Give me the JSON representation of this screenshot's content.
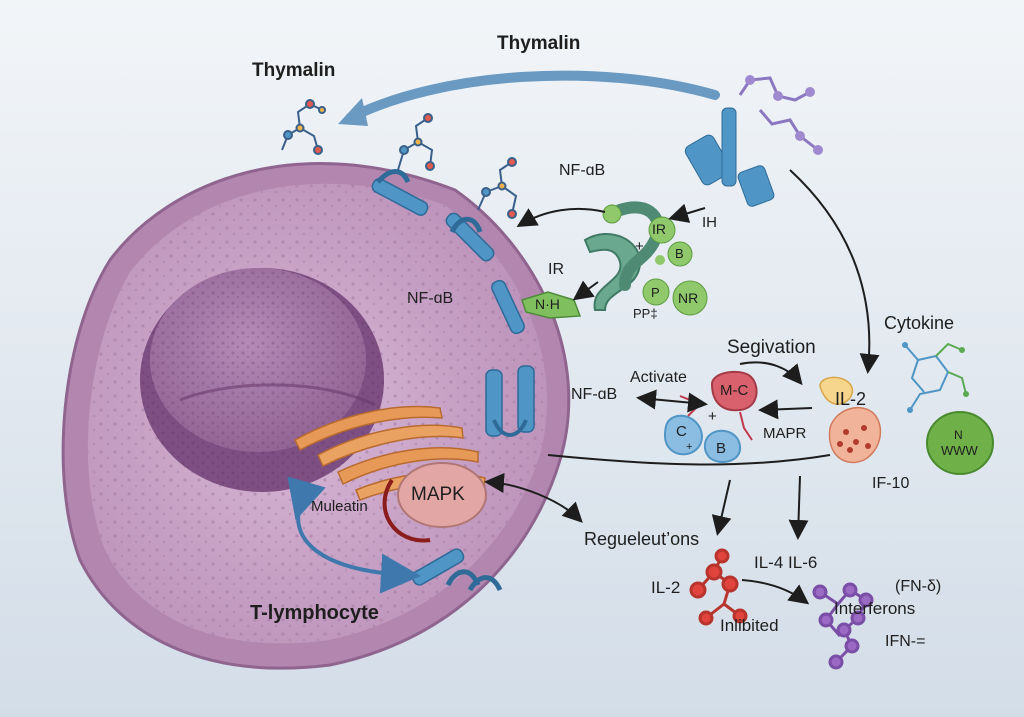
{
  "diagram": {
    "labels": {
      "thymalin_top": "Thymalin",
      "thymalin_left": "Thymalin",
      "nfkb_top": "NF-ɑB",
      "ih": "IH",
      "ir_mid": "IR",
      "ir_left": "IR",
      "b_circle": "B",
      "plus_receptor": "+",
      "nfkb_cell": "NF-ɑB",
      "nh_node": "N·H",
      "p_circle": "P",
      "nr": "NR",
      "pp": "PP‡",
      "cytokine": "Cytokine",
      "segivation": "Segivation",
      "activate": "Activate",
      "nfkb_right": "NF-ɑB",
      "mc": "M-C",
      "plus_complex": "+",
      "mapr": "MAPR",
      "c_node": "C",
      "c_plus": "+",
      "b_node": "B",
      "il2_right": "IL-2",
      "n_label": "N",
      "www": "WWW",
      "if10": "IF-10",
      "muleatin": "Muleatin",
      "mapk": "MAPK",
      "tlymphocyte": "T-lymphocyte",
      "regulations": "Regueleut’ons",
      "il2_bottom": "IL-2",
      "il4_il6": "IL-4 IL-6",
      "fn": "(FN-δ)",
      "interferons": "Interferons",
      "inhibited": "Inlibited",
      "ifn": "IFN-="
    },
    "colors": {
      "background": "#e6edf3",
      "cell_membrane": "#b286ae",
      "cytoplasm": "#c9a3c7",
      "nucleus": "#9f6f9f",
      "golgi": "#e79a58",
      "receptor": "#4f95c5",
      "arrow_blue": "#6a9ac2",
      "nfkb_complex": "#6aa98f",
      "mapk_node": "#e2a7a5",
      "mc_node": "#d9616d",
      "il2_node": "#f6d68c",
      "green_node": "#8fc96b",
      "il2_molecule": "#e0443c",
      "interferon_molecule": "#9b6bc4"
    }
  }
}
